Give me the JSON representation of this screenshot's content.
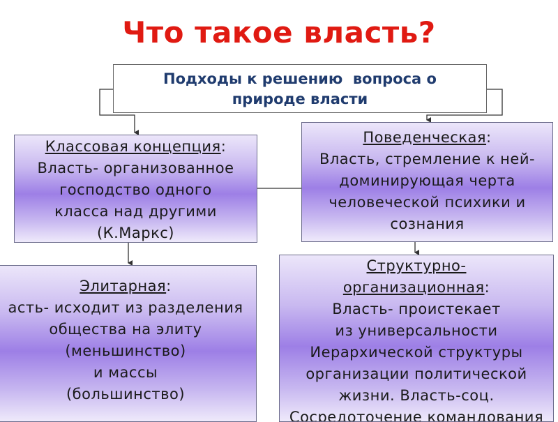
{
  "title": "Что такое власть?",
  "top_box": {
    "line1": "Подходы к решению  вопроса о",
    "line2": "природе власти"
  },
  "class_box": {
    "heading": "Классовая концепция",
    "heading_suffix": ":",
    "lines": [
      "Власть- организованное",
      "господство одного",
      "класса над другими",
      "(К.Маркс)"
    ]
  },
  "behavioral_box": {
    "heading": "Поведенческая",
    "heading_suffix": ":",
    "lines": [
      "Власть, стремление к ней-",
      "доминирующая черта",
      "человеческой психики и",
      "сознания"
    ]
  },
  "elite_box": {
    "heading": "Элитарная",
    "heading_suffix": ":",
    "lines": [
      "асть- исходит из разделения",
      "общества на элиту",
      "(меньшинство)",
      "и массы",
      "(большинство)"
    ]
  },
  "structural_box": {
    "heading_line1": "Структурно-",
    "heading_line2": "организационная",
    "heading_suffix": ":",
    "lines": [
      "Власть- проистекает",
      "из универсальности",
      "Иерархической структуры",
      "организации политической",
      "жизни. Власть-соц.",
      "Сосредоточение командования"
    ]
  }
}
